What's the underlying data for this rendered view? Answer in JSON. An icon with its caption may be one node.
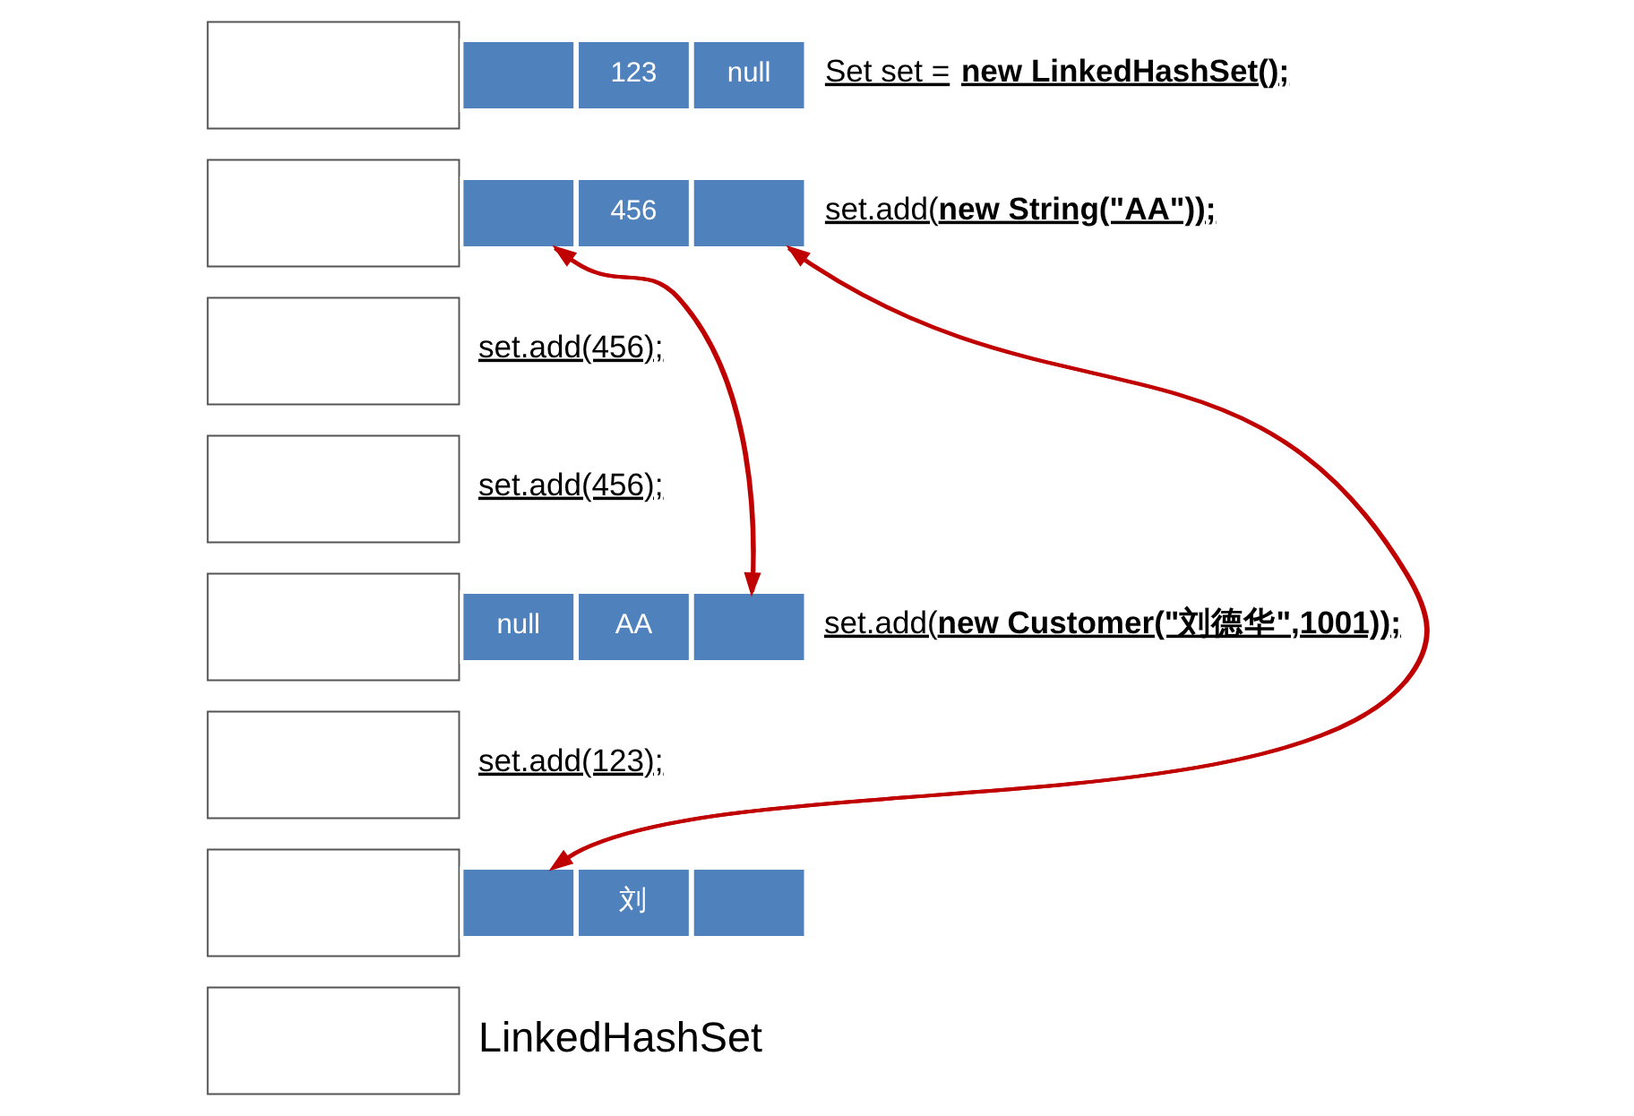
{
  "diagram": {
    "nodes": [
      {
        "text": [],
        "shape": "box"
      },
      {
        "text": [],
        "shape": "box"
      },
      {
        "text": [],
        "shape": "box"
      },
      {
        "text": [],
        "shape": "box"
      },
      {
        "text": [],
        "shape": "box"
      },
      {
        "text": [],
        "shape": "box"
      },
      {
        "text": [],
        "shape": "box"
      },
      {
        "text": [],
        "shape": "box"
      },
      {
        "text": [],
        "shape": "box"
      },
      {
        "text": [
          "123"
        ]
      },
      {
        "text": [
          "null"
        ]
      },
      {
        "text": [],
        "shape": "box"
      },
      {
        "text": [
          "456"
        ]
      },
      {
        "text": [],
        "shape": "box"
      },
      {
        "text": [
          "null"
        ]
      },
      {
        "text": [
          "AA"
        ]
      },
      {
        "text": [],
        "shape": "box"
      },
      {
        "text": [],
        "shape": "box"
      },
      {
        "text": [
          "刘"
        ]
      },
      {
        "text": [],
        "shape": "box"
      }
    ],
    "edges": [
      {
        "from": 11,
        "to": 16,
        "arrow": "to",
        "color": "#c00000"
      },
      {
        "from": 16,
        "to": 11,
        "arrow": "to",
        "color": "#c00000"
      },
      {
        "from": 13,
        "to": 17,
        "arrow": "to",
        "color": "#c00000"
      },
      {
        "from": 17,
        "to": 13,
        "arrow": "to",
        "color": "#c00000"
      }
    ],
    "labels": [
      "Set set = **new LinkedHashSet();**",
      "set.add(**new String(\"AA\"));**",
      "set.add(456);",
      "set.add(456);",
      "set.add(**new Customer(\"刘德华\",1001));**",
      "set.add(123);",
      "LinkedHashSet"
    ]
  }
}
